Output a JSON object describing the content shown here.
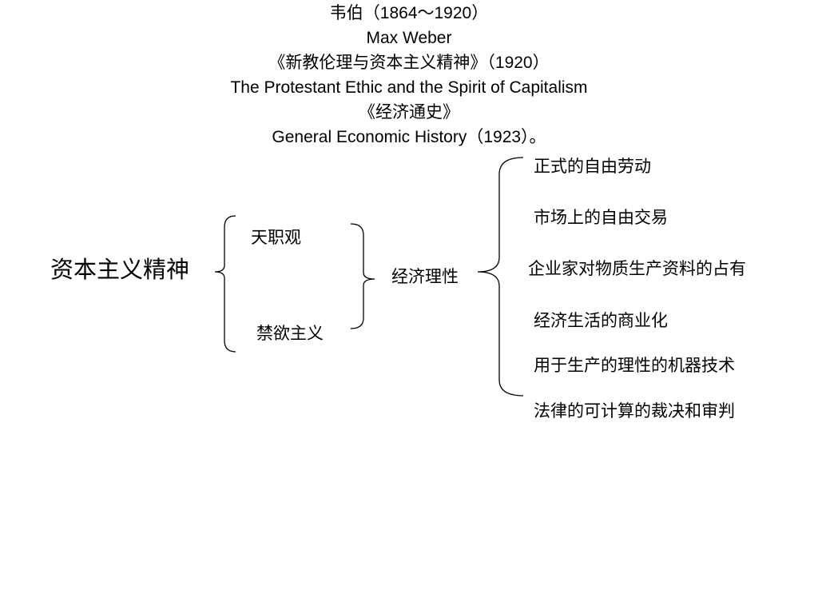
{
  "header": {
    "lines": [
      "韦伯（1864～1920）",
      "Max Weber",
      "《新教伦理与资本主义精神》（1920）",
      "The Protestant Ethic and the Spirit of Capitalism",
      "《经济通史》",
      "General Economic History（1923）。"
    ]
  },
  "diagram": {
    "root": "资本主义精神",
    "components": [
      "天职观",
      "禁欲主义"
    ],
    "result": "经济理性",
    "features": [
      "正式的自由劳动",
      "市场上的自由交易",
      "企业家对物质生产资料的占有",
      "经济生活的商业化",
      "用于生产的理性的机器技术",
      "法律的可计算的裁决和审判"
    ]
  }
}
